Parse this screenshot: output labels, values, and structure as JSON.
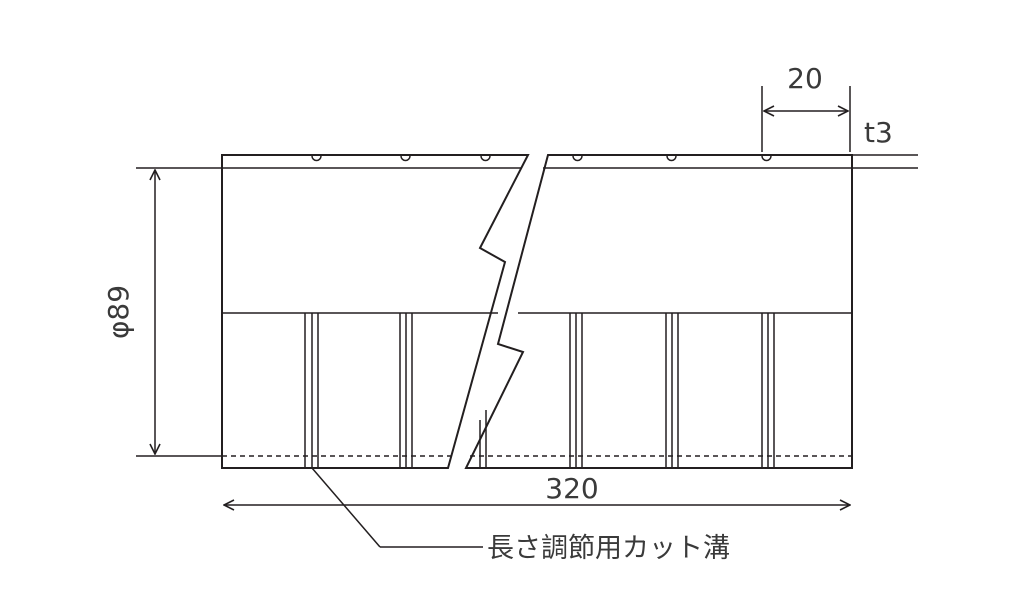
{
  "diagram": {
    "dim_length": "320",
    "dim_diameter": "φ89",
    "dim_groove_pitch": "20",
    "dim_thickness": "t3",
    "callout": "長さ調節用カット溝"
  },
  "colors": {
    "line": "#231f20",
    "text": "#3a3a3a",
    "background": "#ffffff"
  }
}
